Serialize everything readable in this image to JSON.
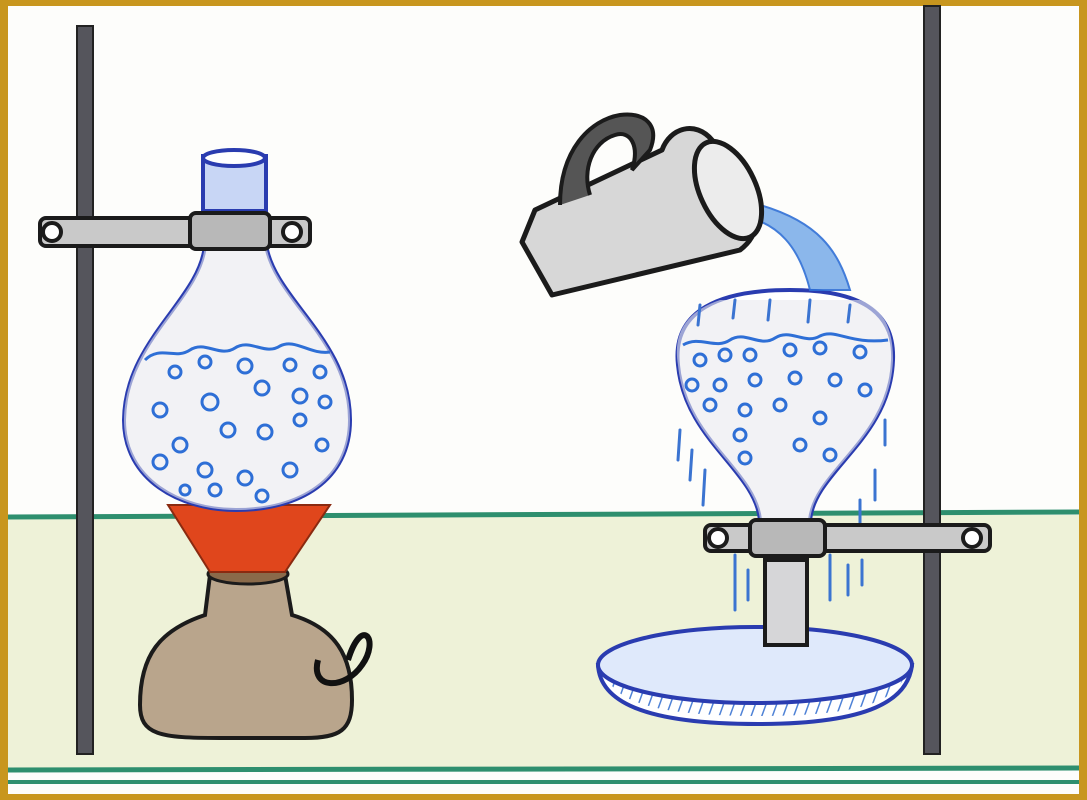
{
  "illustration": {
    "frame_color": "#c8961e",
    "paper_color": "#fdfdfb",
    "table_color": "#eef2d8",
    "table_line_color": "#2e8f6e",
    "glass_outline_color": "#2a3cb0",
    "bubble_color": "#2e6fd6",
    "flame_color": "#e0461c",
    "burner_color": "#b9a58c",
    "water_color": "#4a86dc",
    "stand_color": "#55555c",
    "clamp_color": "#c9c9c9",
    "jug_color": "#d7d7d7"
  },
  "left_setup": {
    "objects": [
      "stand-rod",
      "clamp",
      "round-bottom-flask",
      "boiling-water",
      "flame",
      "spirit-lamp"
    ]
  },
  "right_setup": {
    "objects": [
      "stand-rod",
      "clamp",
      "inverted-flask",
      "boiling-water",
      "pouring-jug",
      "water-stream",
      "basin"
    ]
  }
}
